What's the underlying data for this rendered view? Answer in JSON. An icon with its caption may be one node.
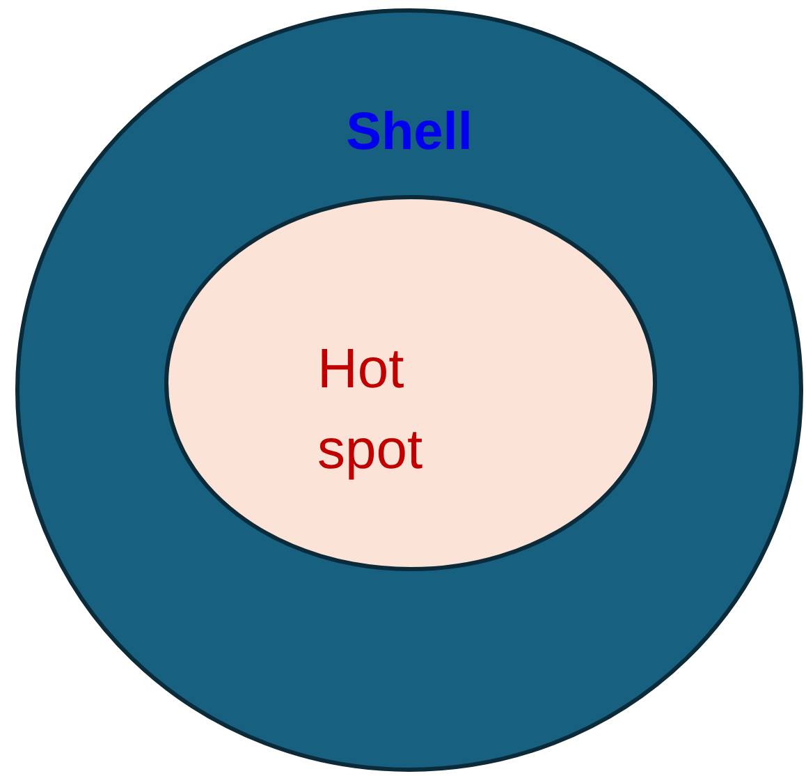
{
  "diagram": {
    "nodes": [
      {
        "text": [
          "Shell"
        ]
      },
      {
        "text": [
          "Hot spot"
        ],
        "in": 0
      }
    ]
  }
}
